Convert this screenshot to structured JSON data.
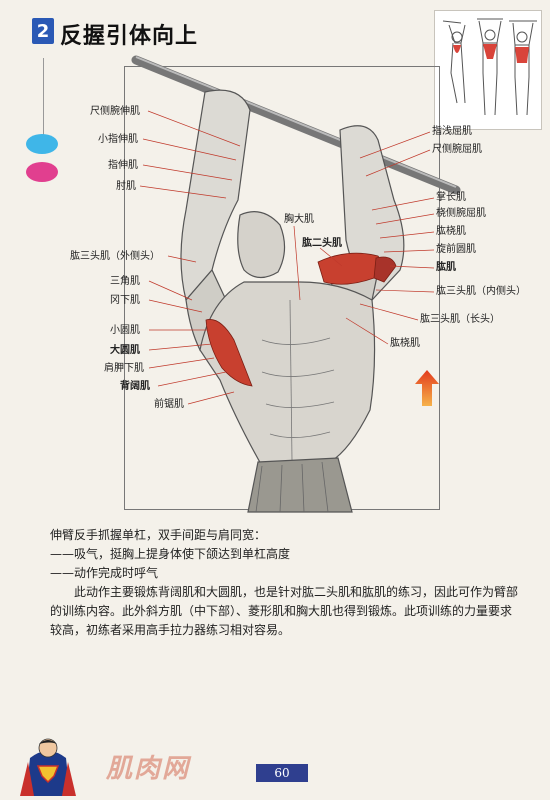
{
  "header": {
    "chapter": "2",
    "title": "反握引体向上"
  },
  "labels_left": [
    {
      "text": "尺侧腕伸肌",
      "bold": false
    },
    {
      "text": "小指伸肌",
      "bold": false
    },
    {
      "text": "指伸肌",
      "bold": false
    },
    {
      "text": "肘肌",
      "bold": false
    },
    {
      "text": "肱三头肌（外侧头）",
      "bold": false
    },
    {
      "text": "三角肌",
      "bold": false
    },
    {
      "text": "冈下肌",
      "bold": false
    },
    {
      "text": "小圆肌",
      "bold": false
    },
    {
      "text": "大圆肌",
      "bold": true
    },
    {
      "text": "肩胛下肌",
      "bold": false
    },
    {
      "text": "背阔肌",
      "bold": true
    },
    {
      "text": "前锯肌",
      "bold": false
    }
  ],
  "labels_center": [
    {
      "text": "胸大肌",
      "bold": false
    },
    {
      "text": "肱二头肌",
      "bold": true
    }
  ],
  "labels_right": [
    {
      "text": "指浅屈肌",
      "bold": false
    },
    {
      "text": "尺侧腕屈肌",
      "bold": false
    },
    {
      "text": "掌长肌",
      "bold": false
    },
    {
      "text": "桡侧腕屈肌",
      "bold": false
    },
    {
      "text": "肱桡肌",
      "bold": false
    },
    {
      "text": "旋前圆肌",
      "bold": false
    },
    {
      "text": "肱肌",
      "bold": true
    },
    {
      "text": "肱三头肌（内侧头）",
      "bold": false
    },
    {
      "text": "肱三头肌（长头）",
      "bold": false
    },
    {
      "text": "肱桡肌",
      "bold": false
    }
  ],
  "body_text": {
    "line1": "伸臂反手抓握单杠，双手间距与肩同宽：",
    "line2": "——吸气，挺胸上提身体使下颌达到单杠高度",
    "line3": "——动作完成时呼气",
    "paragraph": "此动作主要锻炼背阔肌和大圆肌，也是针对肱二头肌和肱肌的练习，因此可作为臂部的训练内容。此外斜方肌（中下部）、菱形肌和胸大肌也得到锻炼。此项训练的力量要求较高，初练者采用高手拉力器练习相对容易。"
  },
  "footer": {
    "page_number": "60",
    "watermark": "肌肉网"
  },
  "colors": {
    "badge": "#2a59b5",
    "tab_blue": "#3fb6e8",
    "tab_pink": "#e13f8f",
    "muscle_highlight": "#c8402f",
    "leader_line": "#c0392b",
    "page_num_bg": "#2f3f8f"
  }
}
